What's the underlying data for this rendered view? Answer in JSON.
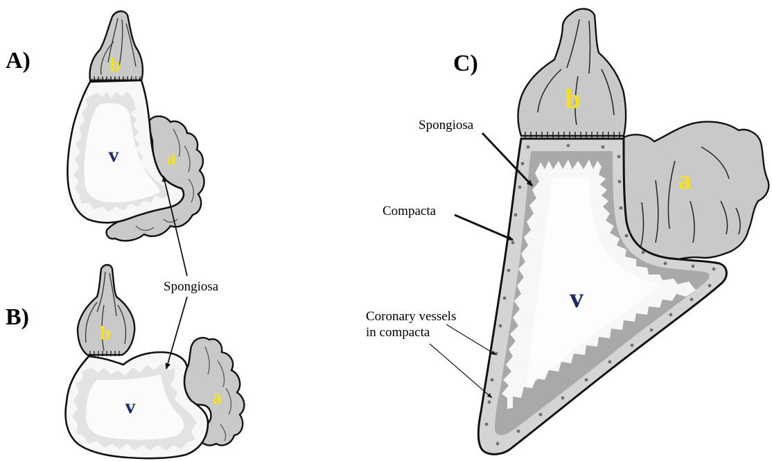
{
  "panels": {
    "A": {
      "label": "A)",
      "bulbus": "b",
      "ventricle": "v",
      "atrium": "a"
    },
    "B": {
      "label": "B)",
      "bulbus": "b",
      "ventricle": "v",
      "atrium": "a"
    },
    "C": {
      "label": "C)",
      "bulbus": "b",
      "ventricle": "v",
      "atrium": "a"
    }
  },
  "annotations": {
    "spongiosa_ab": "Spongiosa",
    "spongiosa_c": "Spongiosa",
    "compacta_c": "Compacta",
    "coronary_line1": "Coronary vessels",
    "coronary_line2": "in compacta"
  },
  "colors": {
    "tissue_fill": "#c9c9c9",
    "lumen_fill": "#f7f7f7",
    "spongy_fill": "#e3e3e3",
    "compacta_fill": "#d4d4d4",
    "spongiosa_band": "#a9a9a9",
    "outline": "#111111",
    "chamber_letter": "#f4e21c",
    "ventricle_letter": "#1a2a66"
  }
}
